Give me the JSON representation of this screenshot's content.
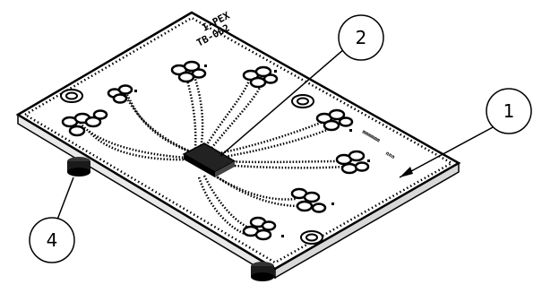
{
  "diagram": {
    "board_text_line1": "I-PEX",
    "board_text_line2": "TB-002",
    "side_text_1": "mmmmmm",
    "side_text_2": "nnn",
    "callouts": [
      {
        "label": "1"
      },
      {
        "label": "2"
      },
      {
        "label": "4"
      }
    ]
  }
}
